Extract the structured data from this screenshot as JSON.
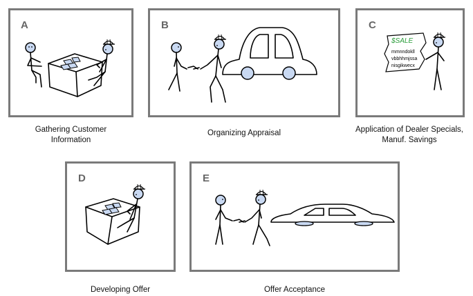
{
  "panels": [
    {
      "id": "A",
      "letter": "A",
      "caption_line1": "Gathering Customer",
      "caption_line2": "Information"
    },
    {
      "id": "B",
      "letter": "B",
      "caption_line1": "Organizing Appraisal",
      "caption_line2": ""
    },
    {
      "id": "C",
      "letter": "C",
      "caption_line1": "Application of Dealer Specials,",
      "caption_line2": "Manuf. Savings"
    },
    {
      "id": "D",
      "letter": "D",
      "caption_line1": "Developing Offer",
      "caption_line2": ""
    },
    {
      "id": "E",
      "letter": "E",
      "caption_line1": "Offer Acceptance",
      "caption_line2": ""
    }
  ],
  "sign": {
    "title": "$SALE",
    "lines": [
      "mmnndokll",
      "vbbhhmjssa",
      "nisgikwecx"
    ]
  },
  "colors": {
    "border": "#7a7a7a",
    "head_fill": "#c9d9f2",
    "sale_green": "#2a9d3a",
    "letter": "#666666"
  }
}
